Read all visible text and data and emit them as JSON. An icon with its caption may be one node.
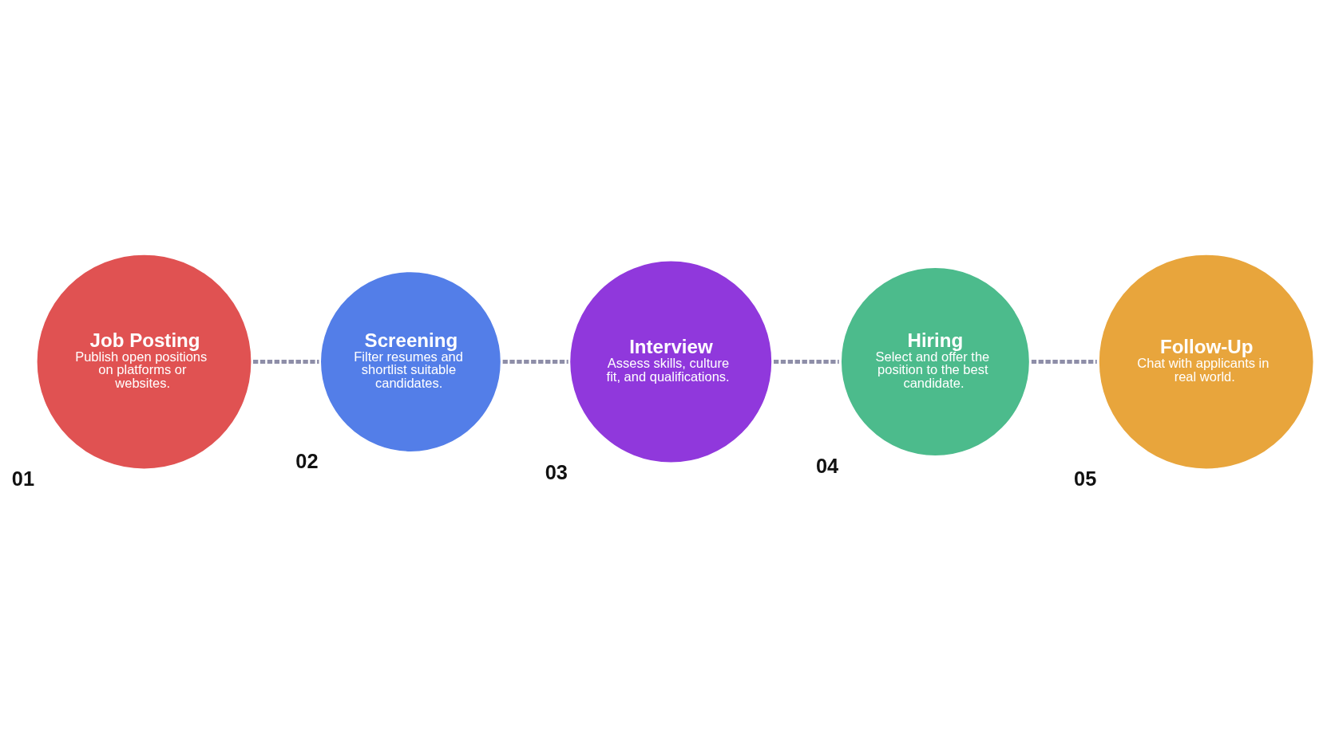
{
  "diagram": {
    "nodes": [
      {
        "text": [
          "Job Posting",
          "Publish open positions on platforms or websites."
        ],
        "beside": [
          "01"
        ]
      },
      {
        "text": [
          "Screening",
          "Filter resumes and shortlist suitable candidates."
        ],
        "beside": [
          "02"
        ]
      },
      {
        "text": [
          "Interview",
          "Assess skills, culture fit, and qualifications."
        ],
        "beside": [
          "03"
        ]
      },
      {
        "text": [
          "Hiring",
          "Select and offer the position to the best candidate."
        ],
        "beside": [
          "04"
        ]
      },
      {
        "text": [
          "Follow-Up",
          "Chat with applicants in real world."
        ],
        "beside": [
          "05"
        ]
      }
    ],
    "edges": [
      {
        "from": 0,
        "to": 1,
        "arrow": "none",
        "style": "dashed"
      },
      {
        "from": 1,
        "to": 2,
        "arrow": "none",
        "style": "dashed"
      },
      {
        "from": 2,
        "to": 3,
        "arrow": "none",
        "style": "dashed"
      },
      {
        "from": 3,
        "to": 4,
        "arrow": "none",
        "style": "dashed"
      }
    ]
  }
}
